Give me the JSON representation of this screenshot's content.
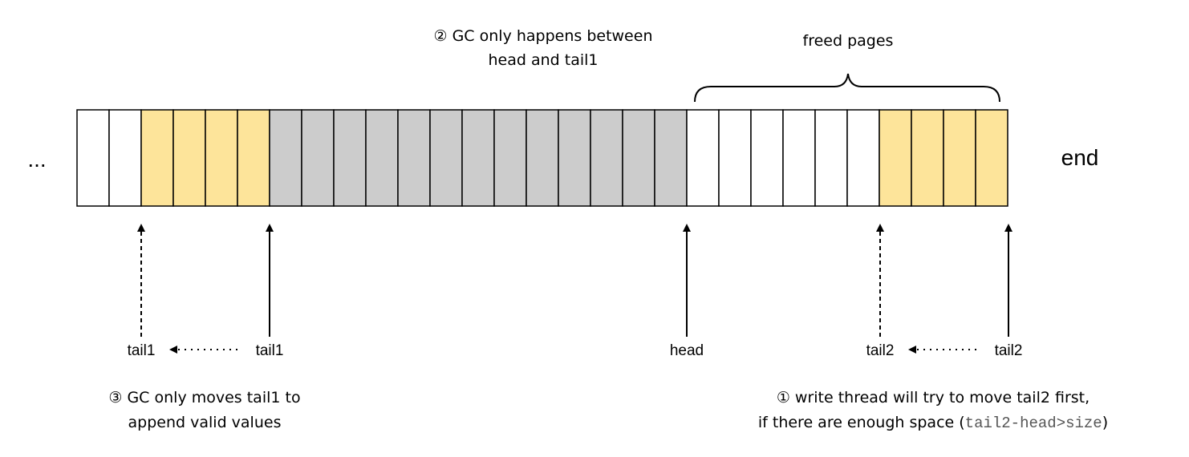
{
  "ellipsis": "...",
  "end_label": "end",
  "colors": {
    "empty": "#ffffff",
    "valid": "#fde49a",
    "used": "#cccccc",
    "stroke": "#000000"
  },
  "cells": [
    "empty",
    "empty",
    "valid",
    "valid",
    "valid",
    "valid",
    "used",
    "used",
    "used",
    "used",
    "used",
    "used",
    "used",
    "used",
    "used",
    "used",
    "used",
    "used",
    "used",
    "empty",
    "empty",
    "empty",
    "empty",
    "empty",
    "empty",
    "valid",
    "valid",
    "valid",
    "valid"
  ],
  "brace_label": "freed pages",
  "note_gc_between": {
    "line1": "② GC only happens between",
    "line2": "head and tail1"
  },
  "pointers": {
    "tail1_new": "tail1",
    "tail1_old": "tail1",
    "head": "head",
    "tail2_new": "tail2",
    "tail2_old": "tail2"
  },
  "note_gc_moves": {
    "line1": "③ GC only moves tail1 to",
    "line2": "append valid values"
  },
  "note_write": {
    "line1": "① write thread will try to move tail2 first,",
    "line2_prefix": "if there are enough space (",
    "line2_code": "tail2-head>size",
    "line2_suffix": ")"
  }
}
